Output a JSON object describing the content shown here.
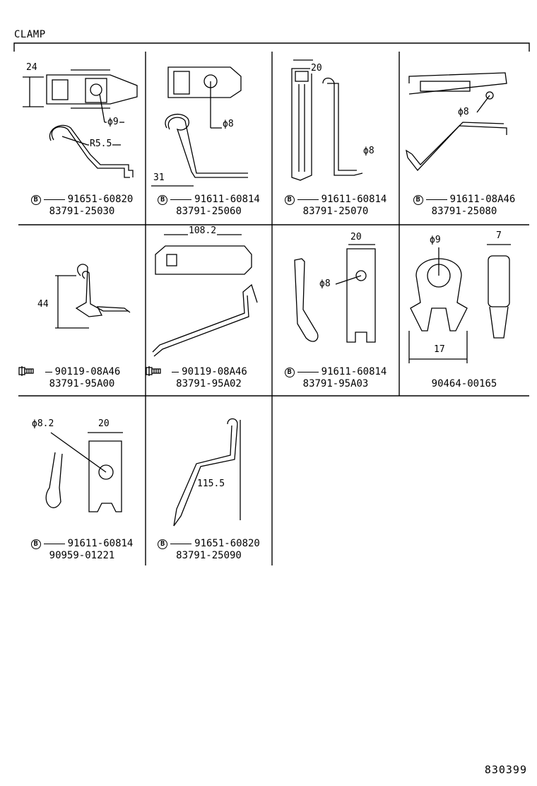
{
  "header": {
    "title": "CLAMP",
    "ref_number": "830399"
  },
  "cells": [
    {
      "id": 1,
      "fastener_type": "bolt",
      "fastener_symbol": "B",
      "fastener_part": "91651-60820",
      "part_number": "83791-25030",
      "dims": [
        "24",
        "ϕ9",
        "R5.5"
      ]
    },
    {
      "id": 2,
      "fastener_type": "bolt",
      "fastener_symbol": "B",
      "fastener_part": "91611-60814",
      "part_number": "83791-25060",
      "dims": [
        "ϕ8",
        "31"
      ]
    },
    {
      "id": 3,
      "fastener_type": "bolt",
      "fastener_symbol": "B",
      "fastener_part": "91611-60814",
      "part_number": "83791-25070",
      "dims": [
        "20",
        "ϕ8"
      ]
    },
    {
      "id": 4,
      "fastener_type": "bolt",
      "fastener_symbol": "B",
      "fastener_part": "91611-08A46",
      "part_number": "83791-25080",
      "dims": [
        "ϕ8"
      ]
    },
    {
      "id": 5,
      "fastener_type": "screw",
      "fastener_symbol": "",
      "fastener_part": "90119-08A46",
      "part_number": "83791-95A00",
      "dims": [
        "44"
      ]
    },
    {
      "id": 6,
      "fastener_type": "screw",
      "fastener_symbol": "",
      "fastener_part": "90119-08A46",
      "part_number": "83791-95A02",
      "dims": [
        "108.2"
      ]
    },
    {
      "id": 7,
      "fastener_type": "bolt",
      "fastener_symbol": "B",
      "fastener_part": "91611-60814",
      "part_number": "83791-95A03",
      "dims": [
        "20",
        "ϕ8"
      ]
    },
    {
      "id": 8,
      "fastener_type": "none",
      "fastener_symbol": "",
      "fastener_part": "",
      "part_number": "90464-00165",
      "dims": [
        "ϕ9",
        "7",
        "17"
      ]
    },
    {
      "id": 9,
      "fastener_type": "bolt",
      "fastener_symbol": "B",
      "fastener_part": "91611-60814",
      "part_number": "90959-01221",
      "dims": [
        "ϕ8.2",
        "20"
      ]
    },
    {
      "id": 10,
      "fastener_type": "bolt",
      "fastener_symbol": "B",
      "fastener_part": "91651-60820",
      "part_number": "83791-25090",
      "dims": [
        "115.5"
      ]
    }
  ]
}
